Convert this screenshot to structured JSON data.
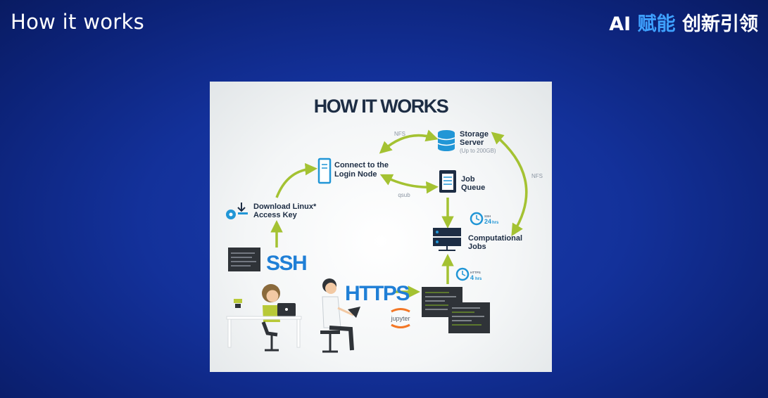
{
  "slide": {
    "title": "How it works"
  },
  "brand": {
    "part1": "AI ",
    "part2": "赋能",
    "part3": " 创新引领"
  },
  "diagram": {
    "title": "HOW IT WORKS",
    "nodes": {
      "storage": {
        "line1": "Storage",
        "line2": "Server",
        "note": "(Up to 200GB)"
      },
      "login": {
        "line1": "Connect to the",
        "line2": "Login Node"
      },
      "queue": {
        "line1": "Job",
        "line2": "Queue"
      },
      "download": {
        "line1": "Download Linux*",
        "line2": "Access Key"
      },
      "compute": {
        "line1": "Computational",
        "line2": "Jobs"
      }
    },
    "edges": {
      "nfs_left": "NFS",
      "nfs_right": "NFS",
      "qsub": "qsub"
    },
    "protocols": {
      "ssh": "SSH",
      "https": "HTTPS"
    },
    "badges": {
      "ssh_limit": "24",
      "ssh_label": "SSH",
      "https_limit": "4",
      "https_label": "HTTPS",
      "unit": "hrs"
    },
    "jupyter": "jupyter",
    "colors": {
      "accent": "#2196d6",
      "arrow": "#a4c232",
      "navy": "#1d2d44",
      "background": "#1538a8"
    }
  }
}
